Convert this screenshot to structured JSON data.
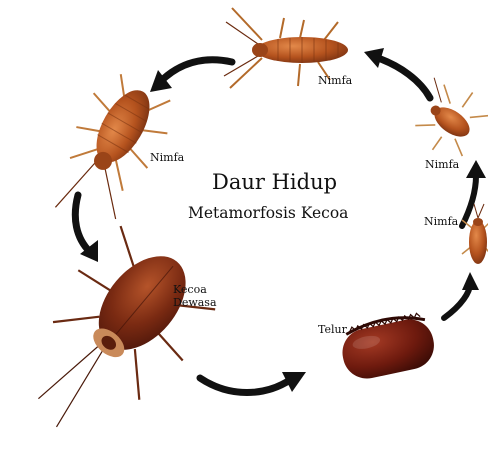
{
  "diagram": {
    "title": "Daur Hidup",
    "subtitle": "Metamorfosis Kecoa",
    "stages": [
      {
        "id": "nymph-top",
        "label": "Nimfa"
      },
      {
        "id": "nymph-left",
        "label": "Nimfa"
      },
      {
        "id": "adult",
        "label": "Kecoa Dewasa",
        "label_lines": [
          "Kecoa",
          "Dewasa"
        ]
      },
      {
        "id": "egg",
        "label": "Telur"
      },
      {
        "id": "nymph-small",
        "label": "Nimfa"
      },
      {
        "id": "nymph-right",
        "label": "Nimfa"
      }
    ],
    "colors": {
      "arrow": "#111111",
      "adult_body": "#7a2a12",
      "nymph_body": "#b5531e",
      "egg_case": "#6e1a0e"
    }
  }
}
